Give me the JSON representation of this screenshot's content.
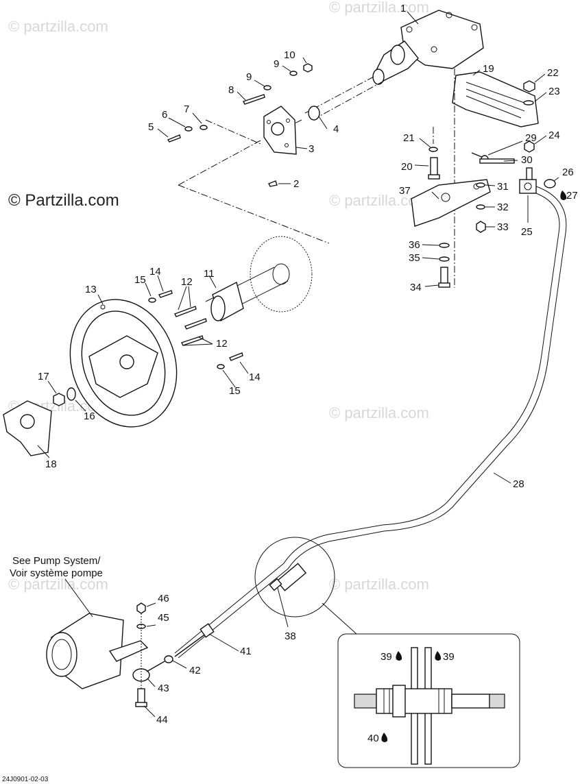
{
  "watermark": {
    "text": "© partzilla.com",
    "main": "© Partzilla.com"
  },
  "diagram_code": "24J0901-02-03",
  "note": {
    "line1": "See Pump System/",
    "line2": "Voir système pompe"
  },
  "callouts": {
    "p1": "1",
    "p2": "2",
    "p3": "3",
    "p4": "4",
    "p5": "5",
    "p6": "6",
    "p7": "7",
    "p8": "8",
    "p9": "9",
    "p9b": "9",
    "p10": "10",
    "p11": "11",
    "p12a": "12",
    "p12b": "12",
    "p13": "13",
    "p14a": "14",
    "p14b": "14",
    "p15a": "15",
    "p15b": "15",
    "p16": "16",
    "p17": "17",
    "p18": "18",
    "p19": "19",
    "p20": "20",
    "p21": "21",
    "p22": "22",
    "p23": "23",
    "p24": "24",
    "p25": "25",
    "p26": "26",
    "p27": "27",
    "p28": "28",
    "p29": "29",
    "p30": "30",
    "p31": "31",
    "p32": "32",
    "p33": "33",
    "p34": "34",
    "p35": "35",
    "p36": "36",
    "p37": "37",
    "p38": "38",
    "p39a": "39",
    "p39b": "39",
    "p40": "40",
    "p41": "41",
    "p42": "42",
    "p43": "43",
    "p44": "44",
    "p45": "45",
    "p46": "46"
  }
}
